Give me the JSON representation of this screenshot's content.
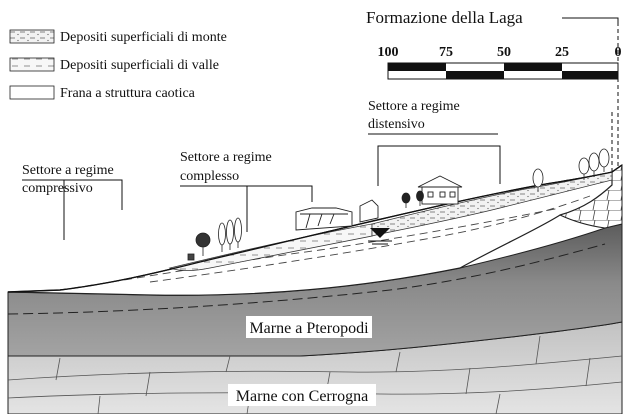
{
  "legend": {
    "items": [
      {
        "label": "Depositi superficiali di monte",
        "pattern": "dashed-dotted"
      },
      {
        "label": "Depositi superficiali di valle",
        "pattern": "dashed"
      },
      {
        "label": "Frana a struttura caotica",
        "pattern": "blank"
      }
    ]
  },
  "formation_label": "Formazione della Laga",
  "scale_bar": {
    "ticks": [
      "100",
      "75",
      "50",
      "25",
      "0"
    ]
  },
  "sectors": {
    "compressivo": [
      "Settore a regime",
      "compressivo"
    ],
    "complesso": [
      "Settore a regime",
      "complesso"
    ],
    "distensivo": [
      "Settore a regime",
      "distensivo"
    ]
  },
  "units": {
    "marne_pteropodi": "Marne a Pteropodi",
    "marne_cerrogna": "Marne con Cerrogna"
  },
  "colors": {
    "pteropodi": "#7a7a7a",
    "pteropodi_light": "#9a9a9a",
    "cerrogna": "#d2d2d2",
    "landslide": "#ffffff",
    "deposit": "#eeeeee",
    "ink": "#111111"
  }
}
